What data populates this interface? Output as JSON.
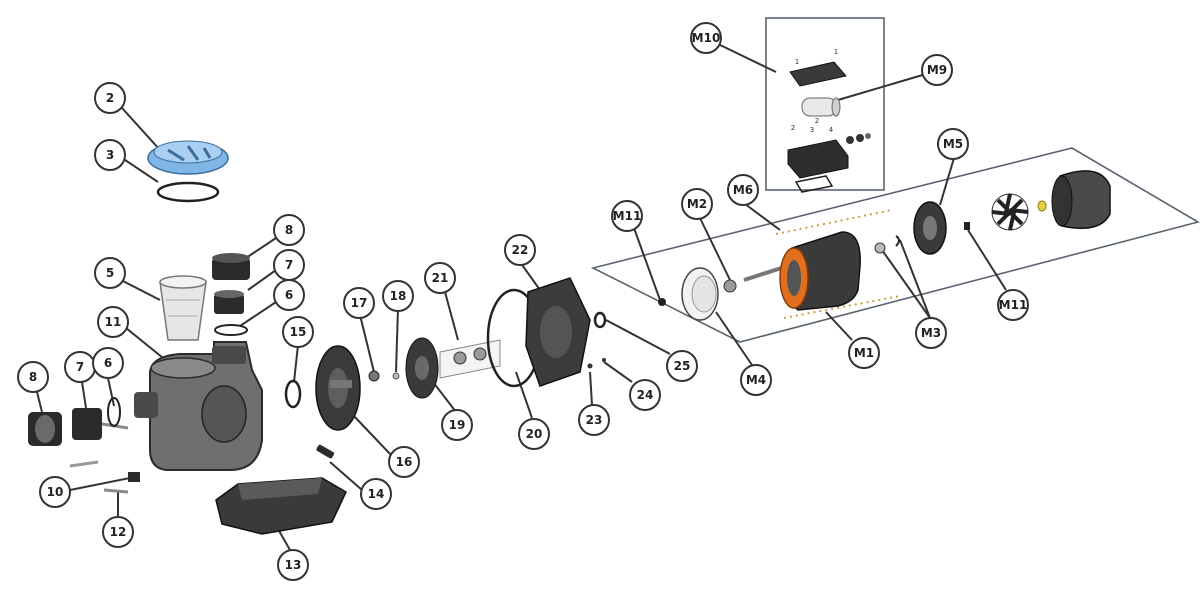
{
  "colors": {
    "callout_stroke": "#333333",
    "part_dark": "#2b2b2b",
    "lid_blue": "#7fb6e6",
    "motor_orange": "#e07020",
    "basket_clear": "#e6e6e6",
    "frame_line": "#5a6470"
  },
  "callouts": [
    {
      "id": "c2",
      "label": "2"
    },
    {
      "id": "c3",
      "label": "3"
    },
    {
      "id": "c8a",
      "label": "8"
    },
    {
      "id": "c7a",
      "label": "7"
    },
    {
      "id": "c6a",
      "label": "6"
    },
    {
      "id": "c5",
      "label": "5"
    },
    {
      "id": "c11",
      "label": "11"
    },
    {
      "id": "c8b",
      "label": "8"
    },
    {
      "id": "c7b",
      "label": "7"
    },
    {
      "id": "c6b",
      "label": "6"
    },
    {
      "id": "c10",
      "label": "10"
    },
    {
      "id": "c12",
      "label": "12"
    },
    {
      "id": "c13",
      "label": "13"
    },
    {
      "id": "c14",
      "label": "14"
    },
    {
      "id": "c15",
      "label": "15"
    },
    {
      "id": "c16",
      "label": "16"
    },
    {
      "id": "c17",
      "label": "17"
    },
    {
      "id": "c18",
      "label": "18"
    },
    {
      "id": "c19",
      "label": "19"
    },
    {
      "id": "c21",
      "label": "21"
    },
    {
      "id": "c20",
      "label": "20"
    },
    {
      "id": "c22",
      "label": "22"
    },
    {
      "id": "c23",
      "label": "23"
    },
    {
      "id": "c24",
      "label": "24"
    },
    {
      "id": "c25",
      "label": "25"
    },
    {
      "id": "cM11a",
      "label": "M11"
    },
    {
      "id": "cM2",
      "label": "M2"
    },
    {
      "id": "cM6",
      "label": "M6"
    },
    {
      "id": "cM4",
      "label": "M4"
    },
    {
      "id": "cM1",
      "label": "M1"
    },
    {
      "id": "cM3",
      "label": "M3"
    },
    {
      "id": "cM5",
      "label": "M5"
    },
    {
      "id": "cM11b",
      "label": "M11"
    },
    {
      "id": "cM10",
      "label": "M10"
    },
    {
      "id": "cM9",
      "label": "M9"
    }
  ],
  "small_marks": {
    "m10_a": "1",
    "m10_b": "1",
    "m10_c": "2",
    "m10_d": "3",
    "m10_e": "4",
    "m10_f": "2"
  }
}
